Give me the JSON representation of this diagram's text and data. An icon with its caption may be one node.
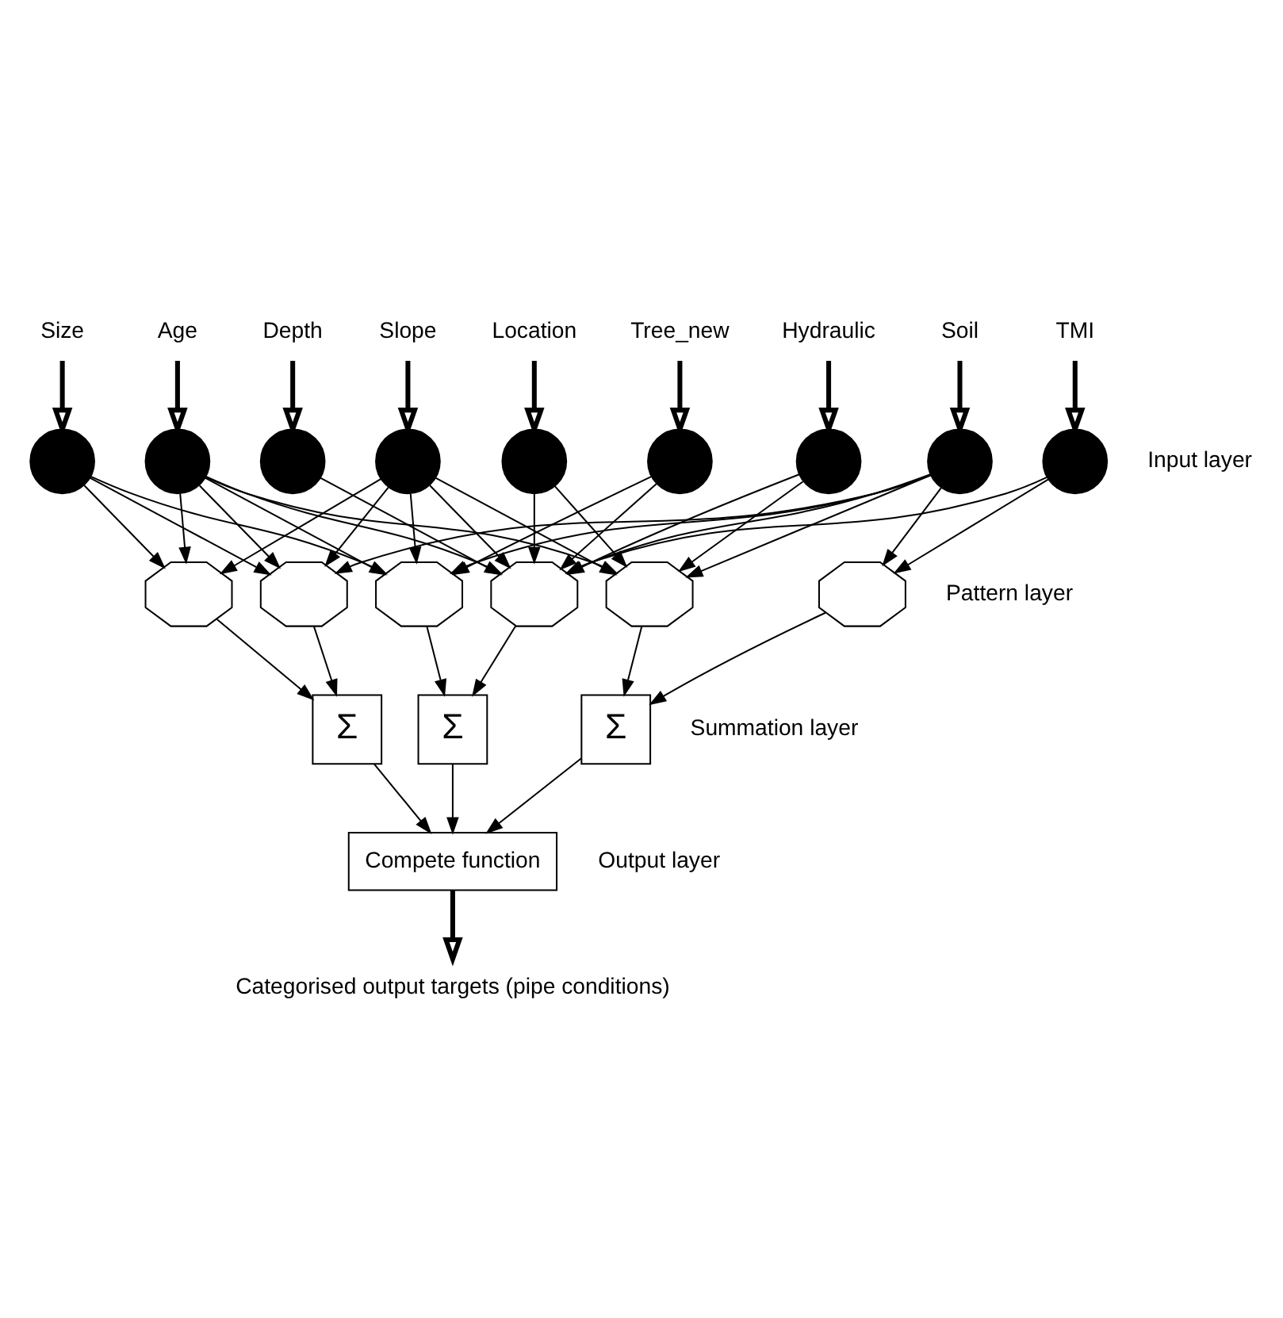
{
  "diagram": {
    "nodes": [
      {
        "text": [
          "Size"
        ]
      },
      {
        "text": [
          "Age"
        ]
      },
      {
        "text": [
          "Depth"
        ]
      },
      {
        "text": [
          "Slope"
        ]
      },
      {
        "text": [
          "Location"
        ]
      },
      {
        "text": [
          "Tree_new"
        ]
      },
      {
        "text": [
          "Hydraulic"
        ]
      },
      {
        "text": [
          "Soil"
        ]
      },
      {
        "text": [
          "TMI"
        ]
      },
      {
        "text": [],
        "shape": "circle"
      },
      {
        "text": [],
        "shape": "circle"
      },
      {
        "text": [],
        "shape": "circle"
      },
      {
        "text": [],
        "shape": "circle"
      },
      {
        "text": [],
        "shape": "circle"
      },
      {
        "text": [],
        "shape": "circle"
      },
      {
        "text": [],
        "shape": "circle"
      },
      {
        "text": [],
        "shape": "circle"
      },
      {
        "text": [],
        "shape": "circle"
      },
      {
        "text": [],
        "shape": "octagon"
      },
      {
        "text": [],
        "shape": "octagon"
      },
      {
        "text": [],
        "shape": "octagon"
      },
      {
        "text": [],
        "shape": "octagon"
      },
      {
        "text": [],
        "shape": "octagon"
      },
      {
        "text": [],
        "shape": "octagon"
      },
      {
        "text": [
          "Σ"
        ]
      },
      {
        "text": [
          "Σ"
        ]
      },
      {
        "text": [
          "Σ"
        ]
      },
      {
        "text": [
          "Compete function"
        ]
      },
      {
        "text": [
          "Categorised output targets (pipe conditions)"
        ]
      }
    ],
    "edges": [
      {
        "from": 0,
        "to": 9,
        "arrow": "to",
        "style": "thick"
      },
      {
        "from": 1,
        "to": 10,
        "arrow": "to",
        "style": "thick"
      },
      {
        "from": 2,
        "to": 11,
        "arrow": "to",
        "style": "thick"
      },
      {
        "from": 3,
        "to": 12,
        "arrow": "to",
        "style": "thick"
      },
      {
        "from": 4,
        "to": 13,
        "arrow": "to",
        "style": "thick"
      },
      {
        "from": 5,
        "to": 14,
        "arrow": "to",
        "style": "thick"
      },
      {
        "from": 6,
        "to": 15,
        "arrow": "to",
        "style": "thick"
      },
      {
        "from": 7,
        "to": 16,
        "arrow": "to",
        "style": "thick"
      },
      {
        "from": 8,
        "to": 17,
        "arrow": "to",
        "style": "thick"
      },
      {
        "from": 9,
        "to": 18,
        "arrow": "to"
      },
      {
        "from": 9,
        "to": 19,
        "arrow": "to"
      },
      {
        "from": 9,
        "to": 20,
        "arrow": "to"
      },
      {
        "from": 10,
        "to": 18,
        "arrow": "to"
      },
      {
        "from": 10,
        "to": 19,
        "arrow": "to"
      },
      {
        "from": 10,
        "to": 20,
        "arrow": "to"
      },
      {
        "from": 10,
        "to": 21,
        "arrow": "to"
      },
      {
        "from": 10,
        "to": 22,
        "arrow": "to"
      },
      {
        "from": 11,
        "to": 21,
        "arrow": "to"
      },
      {
        "from": 12,
        "to": 18,
        "arrow": "to"
      },
      {
        "from": 12,
        "to": 19,
        "arrow": "to"
      },
      {
        "from": 12,
        "to": 20,
        "arrow": "to"
      },
      {
        "from": 12,
        "to": 21,
        "arrow": "to"
      },
      {
        "from": 12,
        "to": 22,
        "arrow": "to"
      },
      {
        "from": 13,
        "to": 21,
        "arrow": "to"
      },
      {
        "from": 13,
        "to": 22,
        "arrow": "to"
      },
      {
        "from": 14,
        "to": 20,
        "arrow": "to"
      },
      {
        "from": 14,
        "to": 21,
        "arrow": "to"
      },
      {
        "from": 15,
        "to": 21,
        "arrow": "to"
      },
      {
        "from": 15,
        "to": 22,
        "arrow": "to"
      },
      {
        "from": 16,
        "to": 19,
        "arrow": "to"
      },
      {
        "from": 16,
        "to": 20,
        "arrow": "to"
      },
      {
        "from": 16,
        "to": 21,
        "arrow": "to"
      },
      {
        "from": 16,
        "to": 22,
        "arrow": "to"
      },
      {
        "from": 16,
        "to": 23,
        "arrow": "to"
      },
      {
        "from": 17,
        "to": 21,
        "arrow": "to"
      },
      {
        "from": 17,
        "to": 23,
        "arrow": "to"
      },
      {
        "from": 18,
        "to": 24,
        "arrow": "to"
      },
      {
        "from": 19,
        "to": 24,
        "arrow": "to"
      },
      {
        "from": 20,
        "to": 25,
        "arrow": "to"
      },
      {
        "from": 21,
        "to": 25,
        "arrow": "to"
      },
      {
        "from": 22,
        "to": 26,
        "arrow": "to"
      },
      {
        "from": 23,
        "to": 26,
        "arrow": "to"
      },
      {
        "from": 24,
        "to": 27,
        "arrow": "to"
      },
      {
        "from": 25,
        "to": 27,
        "arrow": "to"
      },
      {
        "from": 26,
        "to": 27,
        "arrow": "to"
      },
      {
        "from": 27,
        "to": 28,
        "arrow": "to",
        "style": "thick"
      }
    ],
    "labels": [
      "Input layer",
      "Pattern layer",
      "Summation layer",
      "Output layer"
    ]
  }
}
